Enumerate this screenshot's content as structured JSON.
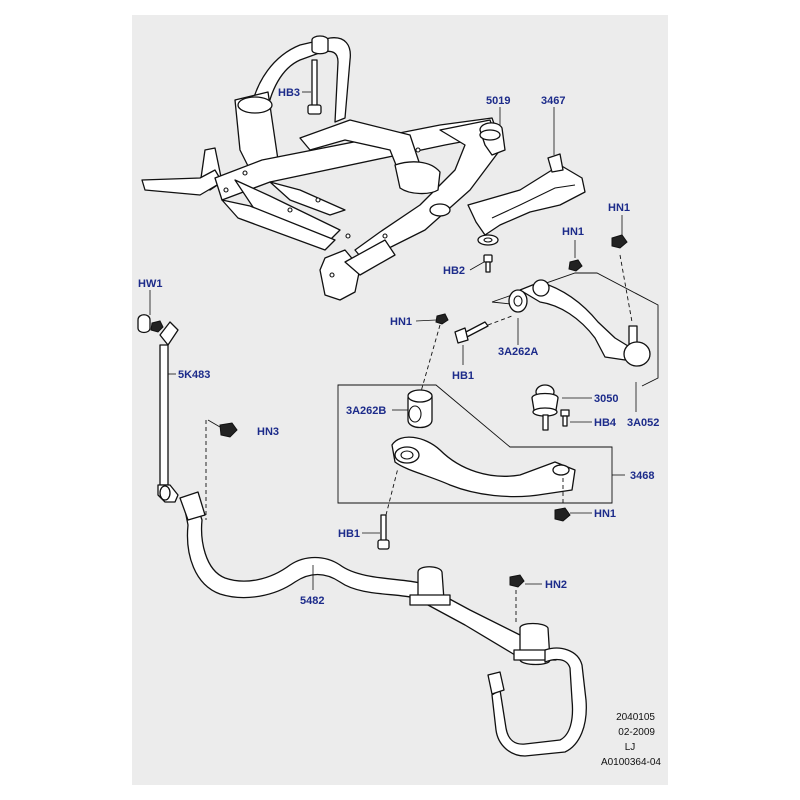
{
  "callouts": [
    {
      "id": "hb3",
      "text": "HB3"
    },
    {
      "id": "p5019",
      "text": "5019"
    },
    {
      "id": "p3467",
      "text": "3467"
    },
    {
      "id": "hn1a",
      "text": "HN1"
    },
    {
      "id": "hn1b",
      "text": "HN1"
    },
    {
      "id": "hb2",
      "text": "HB2"
    },
    {
      "id": "hw1",
      "text": "HW1"
    },
    {
      "id": "hn1c",
      "text": "HN1"
    },
    {
      "id": "p3a262a",
      "text": "3A262A"
    },
    {
      "id": "p5k483",
      "text": "5K483"
    },
    {
      "id": "hb1a",
      "text": "HB1"
    },
    {
      "id": "p3050",
      "text": "3050"
    },
    {
      "id": "p3a262b",
      "text": "3A262B"
    },
    {
      "id": "hb4",
      "text": "HB4"
    },
    {
      "id": "p3a052",
      "text": "3A052"
    },
    {
      "id": "hn3",
      "text": "HN3"
    },
    {
      "id": "p3468",
      "text": "3468"
    },
    {
      "id": "hn1d",
      "text": "HN1"
    },
    {
      "id": "hb1b",
      "text": "HB1"
    },
    {
      "id": "hn2",
      "text": "HN2"
    },
    {
      "id": "p5482",
      "text": "5482"
    }
  ],
  "footer": {
    "line1": "2040105",
    "line2": "02-2009",
    "line3": "LJ",
    "line4": "A0100364-04"
  }
}
